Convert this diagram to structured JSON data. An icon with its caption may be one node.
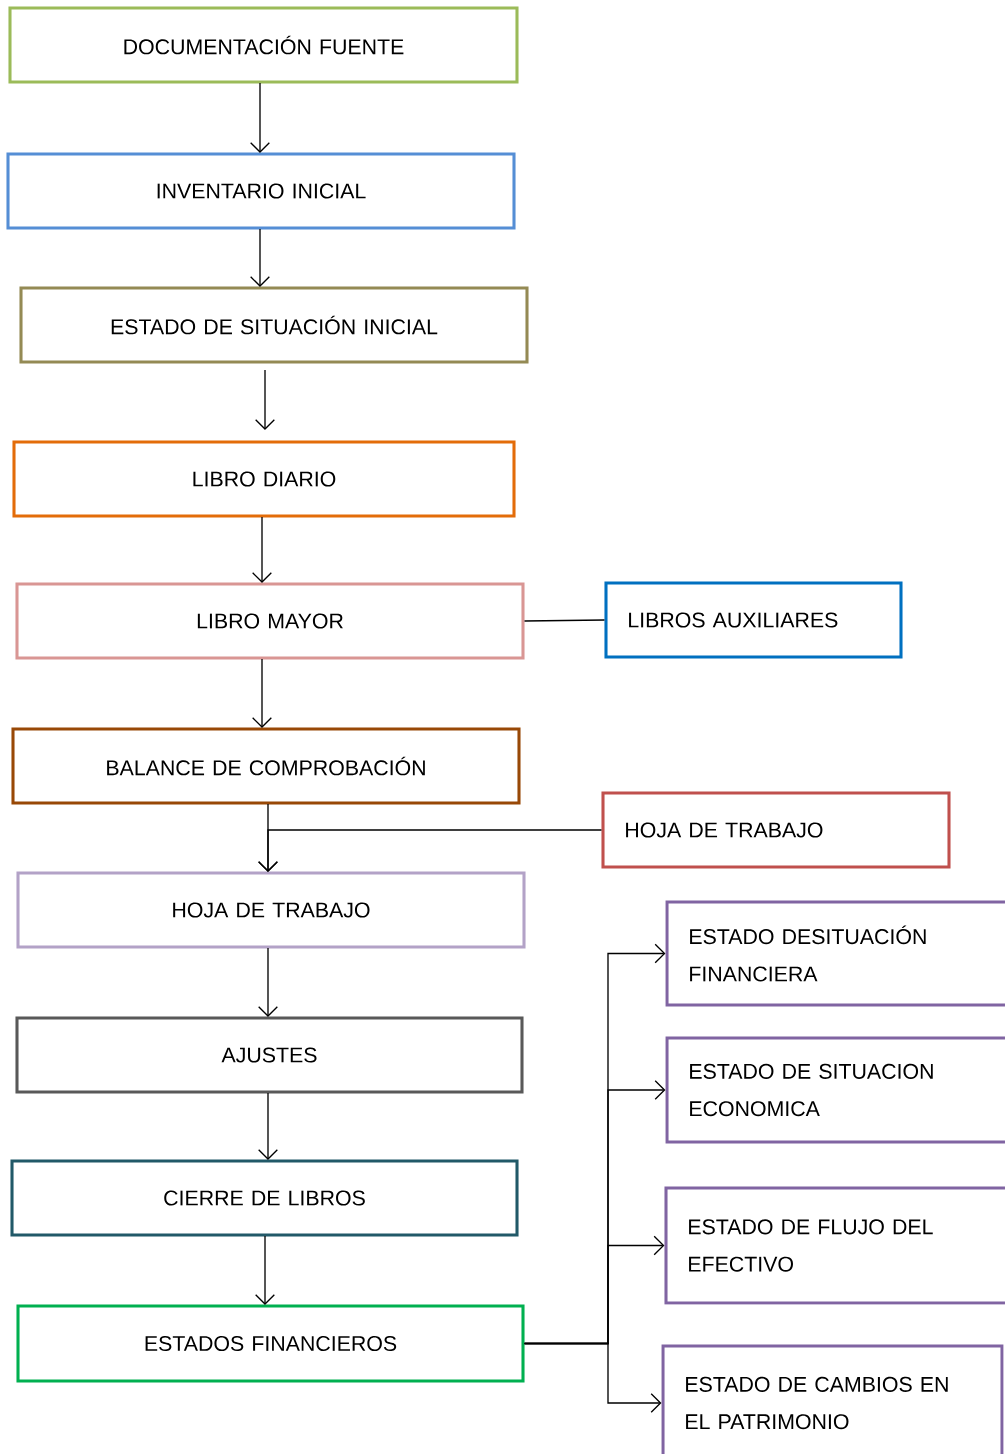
{
  "diagram": {
    "nodes": [
      {
        "text": [
          "DOCUMENTACIÓN FUENTE"
        ]
      },
      {
        "text": [
          "INVENTARIO INICIAL"
        ]
      },
      {
        "text": [
          "ESTADO DE SITUACIÓN INICIAL"
        ]
      },
      {
        "text": [
          "LIBRO DIARIO"
        ]
      },
      {
        "text": [
          "LIBRO MAYOR"
        ]
      },
      {
        "text": [
          "LIBROS AUXILIARES"
        ]
      },
      {
        "text": [
          "BALANCE DE COMPROBACIÓN"
        ]
      },
      {
        "text": [
          "HOJA DE TRABAJO"
        ]
      },
      {
        "text": [
          "HOJA DE TRABAJO"
        ]
      },
      {
        "text": [
          "AJUSTES"
        ]
      },
      {
        "text": [
          "CIERRE DE LIBROS"
        ]
      },
      {
        "text": [
          "ESTADOS FINANCIEROS"
        ]
      },
      {
        "text": [
          "ESTADO DESITUACIÓN FINANCIERA"
        ]
      },
      {
        "text": [
          "ESTADO DE SITUACION ECONOMICA"
        ]
      },
      {
        "text": [
          "ESTADO DE FLUJO DEL EFECTIVO"
        ]
      },
      {
        "text": [
          "ESTADO DE CAMBIOS EN EL PATRIMONIO"
        ]
      }
    ],
    "edges": [
      {
        "from": 0,
        "to": 1,
        "arrow": "to"
      },
      {
        "from": 1,
        "to": 2,
        "arrow": "to"
      },
      {
        "from": 2,
        "to": 3,
        "arrow": "to"
      },
      {
        "from": 3,
        "to": 4,
        "arrow": "to"
      },
      {
        "from": 4,
        "to": 5,
        "arrow": "none"
      },
      {
        "from": 4,
        "to": 6,
        "arrow": "to"
      },
      {
        "from": 6,
        "to": 8,
        "arrow": "to"
      },
      {
        "from": 7,
        "to": 8,
        "arrow": "to"
      },
      {
        "from": 8,
        "to": 9,
        "arrow": "to"
      },
      {
        "from": 9,
        "to": 10,
        "arrow": "to"
      },
      {
        "from": 10,
        "to": 11,
        "arrow": "to"
      },
      {
        "from": 11,
        "to": 12,
        "arrow": "to"
      },
      {
        "from": 11,
        "to": 13,
        "arrow": "to"
      },
      {
        "from": 11,
        "to": 14,
        "arrow": "to"
      },
      {
        "from": 11,
        "to": 15,
        "arrow": "to"
      }
    ]
  }
}
